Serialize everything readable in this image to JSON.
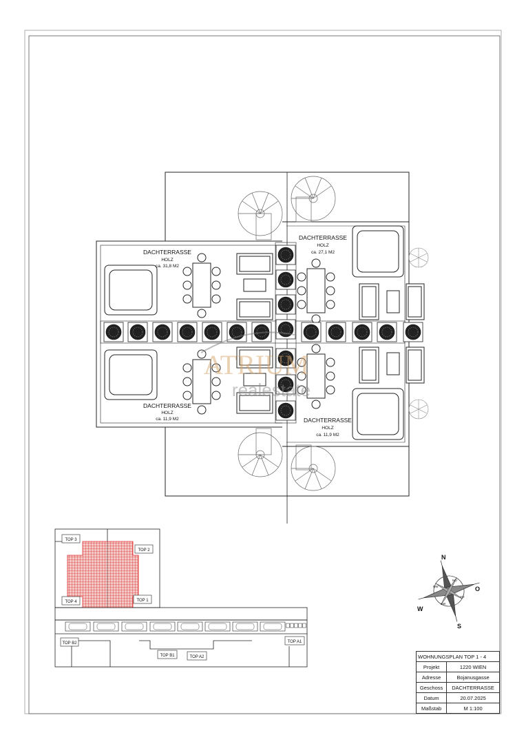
{
  "plan": {
    "areas": [
      {
        "name": "DACHTERRASSE",
        "material": "HOLZ",
        "size": "ca. 31,8 M2"
      },
      {
        "name": "DACHTERRASSE",
        "material": "HOLZ",
        "size": "ca. 27,1 M2"
      },
      {
        "name": "DACHTERRASSE",
        "material": "HOLZ",
        "size": "ca. 11,9 M2"
      },
      {
        "name": "DACHTERRASSE",
        "material": "HOLZ",
        "size": "ca. 11,9 M2"
      }
    ]
  },
  "watermark": {
    "line1": "ATRIUM",
    "line2": "realestate"
  },
  "keyplan": {
    "labels": [
      "TOP 3",
      "TOP 2",
      "TOP 4",
      "TOP 1",
      "TOP B2",
      "TOP B1",
      "TOP A2",
      "TOP A1"
    ],
    "highlight_color": "#e0302e"
  },
  "compass": {
    "n": "N",
    "w": "W",
    "o": "O",
    "s": "S",
    "nw": "NW",
    "no": "NO",
    "sw": "SW",
    "so": "SO"
  },
  "title_block": {
    "header": "WOHNUNGSPLAN   TOP 1 - 4",
    "rows": [
      {
        "label": "Projekt",
        "value": "1220 WIEN"
      },
      {
        "label": "Adresse",
        "value": "Bojanusgasse"
      },
      {
        "label": "Geschoss",
        "value": "DACHTERRASSE"
      },
      {
        "label": "Datum",
        "value": "20.07.2025"
      },
      {
        "label": "Maßstab",
        "value": "M 1:100"
      }
    ]
  }
}
